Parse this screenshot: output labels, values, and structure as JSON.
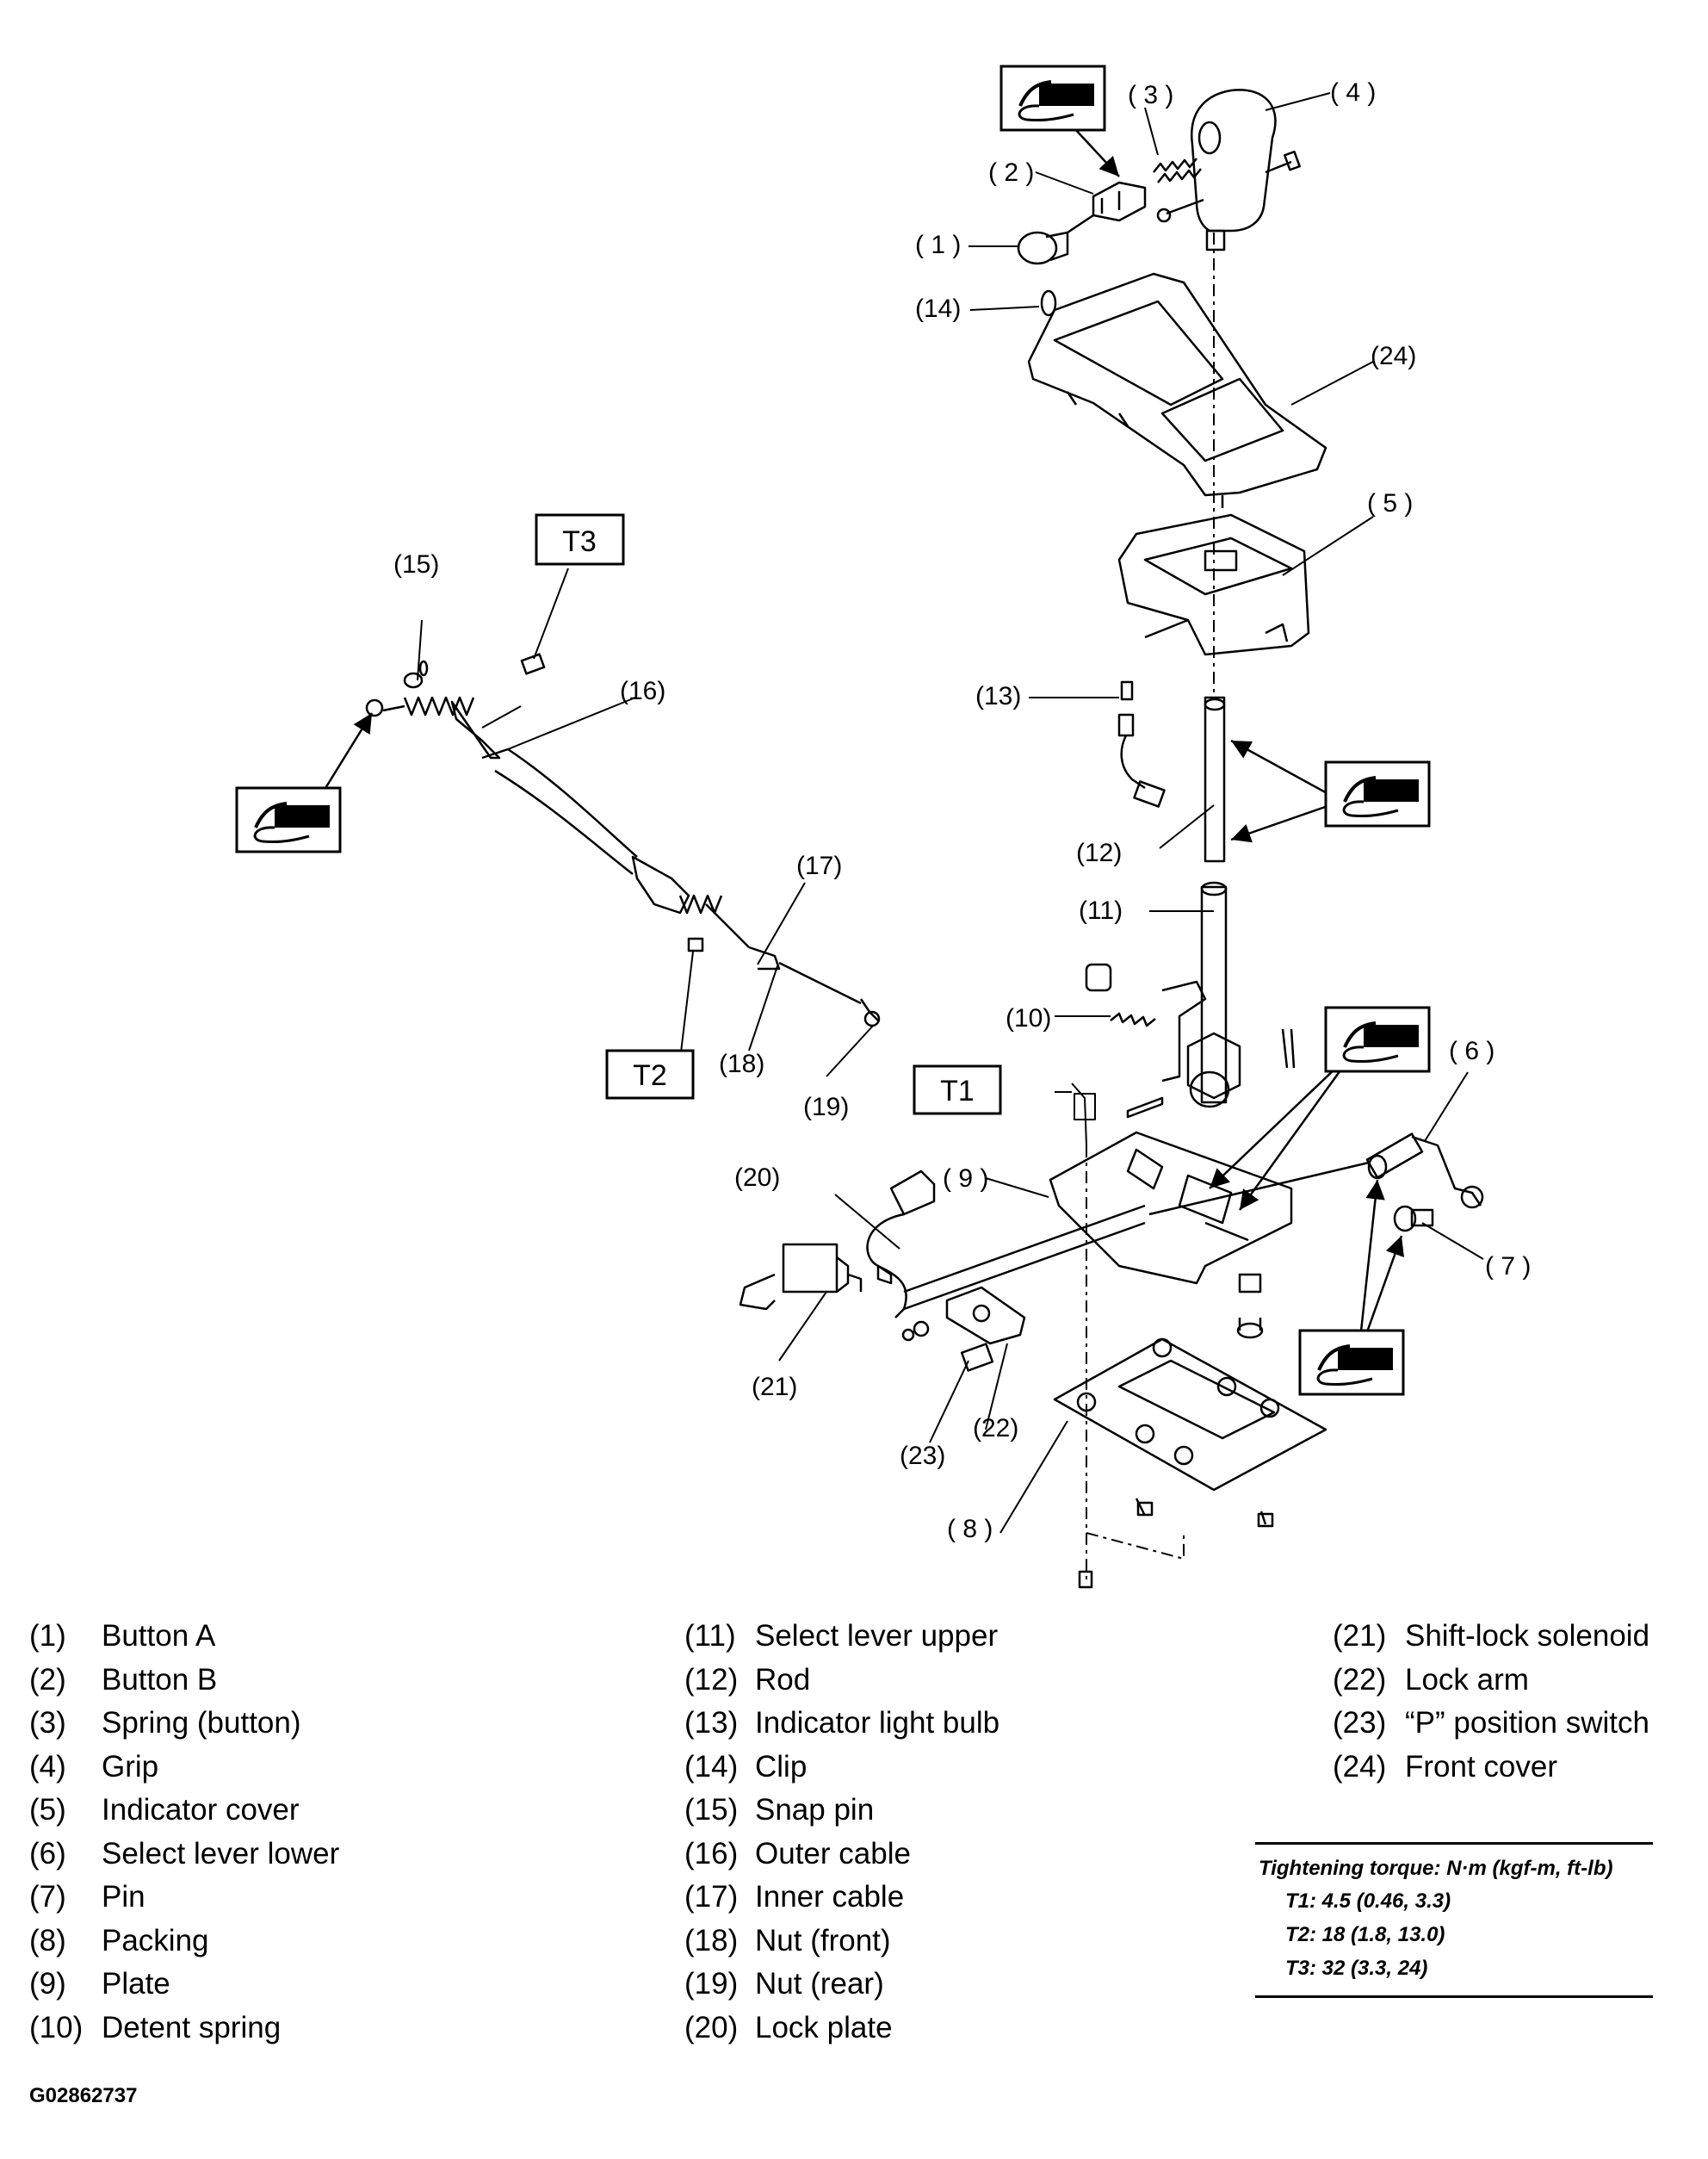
{
  "callouts": {
    "c1": "( 1 )",
    "c2": "( 2 )",
    "c3": "( 3 )",
    "c4": "( 4 )",
    "c5": "( 5 )",
    "c6": "( 6 )",
    "c7": "( 7 )",
    "c8": "( 8 )",
    "c9": "( 9 )",
    "c10": "(10)",
    "c11": "(11)",
    "c12": "(12)",
    "c13": "(13)",
    "c14": "(14)",
    "c15": "(15)",
    "c16": "(16)",
    "c17": "(17)",
    "c18": "(18)",
    "c19": "(19)",
    "c20": "(20)",
    "c21": "(21)",
    "c22": "(22)",
    "c23": "(23)",
    "c24": "(24)"
  },
  "torque_tags": {
    "t1": "T1",
    "t2": "T2",
    "t3": "T3"
  },
  "legend": [
    {
      "num": "(1)",
      "name": "Button A"
    },
    {
      "num": "(2)",
      "name": "Button B"
    },
    {
      "num": "(3)",
      "name": "Spring (button)"
    },
    {
      "num": "(4)",
      "name": "Grip"
    },
    {
      "num": "(5)",
      "name": "Indicator cover"
    },
    {
      "num": "(6)",
      "name": "Select lever lower"
    },
    {
      "num": "(7)",
      "name": "Pin"
    },
    {
      "num": "(8)",
      "name": "Packing"
    },
    {
      "num": "(9)",
      "name": "Plate"
    },
    {
      "num": "(10)",
      "name": "Detent spring"
    },
    {
      "num": "(11)",
      "name": "Select lever upper"
    },
    {
      "num": "(12)",
      "name": "Rod"
    },
    {
      "num": "(13)",
      "name": "Indicator light bulb"
    },
    {
      "num": "(14)",
      "name": "Clip"
    },
    {
      "num": "(15)",
      "name": "Snap pin"
    },
    {
      "num": "(16)",
      "name": "Outer cable"
    },
    {
      "num": "(17)",
      "name": "Inner cable"
    },
    {
      "num": "(18)",
      "name": "Nut (front)"
    },
    {
      "num": "(19)",
      "name": "Nut (rear)"
    },
    {
      "num": "(20)",
      "name": "Lock plate"
    },
    {
      "num": "(21)",
      "name": "Shift-lock solenoid"
    },
    {
      "num": "(22)",
      "name": "Lock arm"
    },
    {
      "num": "(23)",
      "name": "“P” position switch"
    },
    {
      "num": "(24)",
      "name": "Front cover"
    }
  ],
  "torque_table": {
    "heading": "Tightening torque: N·m (kgf-m, ft-lb)",
    "rows": [
      "T1: 4.5 (0.46, 3.3)",
      "T2: 18 (1.8, 13.0)",
      "T3: 32 (3.3, 24)"
    ]
  },
  "figure_id": "G02862737",
  "icon_names": [
    "grease-icon",
    "screw-icon",
    "spring-icon"
  ]
}
